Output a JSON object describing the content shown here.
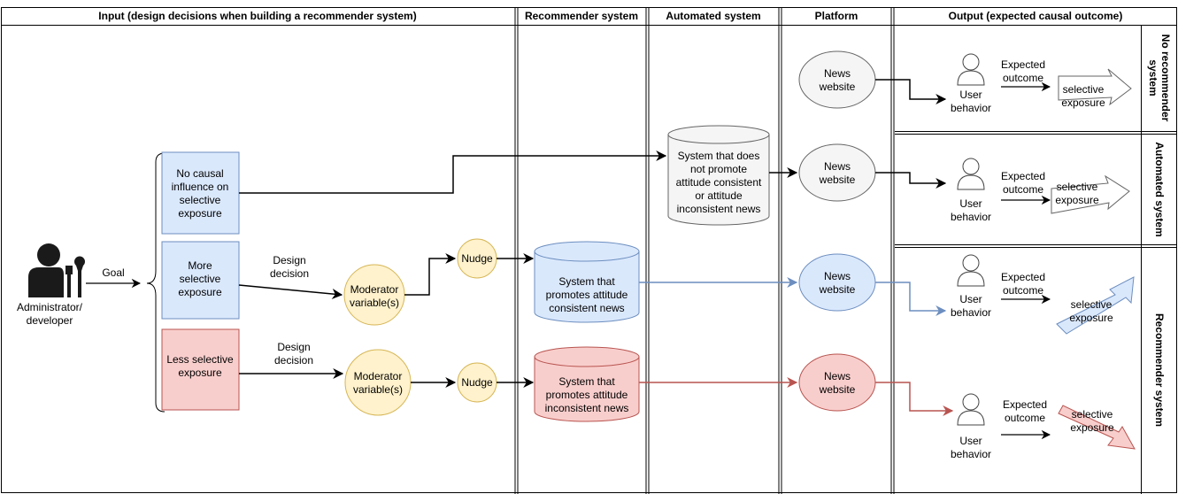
{
  "headers": {
    "input": "Input (design decisions when building a recommender system)",
    "recommender": "Recommender system",
    "automated": "Automated system",
    "platform": "Platform",
    "output": "Output (expected causal outcome)"
  },
  "side_labels": {
    "no_rec_1": "No recommender",
    "no_rec_2": "system",
    "automated": "Automated system",
    "recommender": "Recommender system"
  },
  "admin": {
    "line1": "Administrator/",
    "line2": "developer",
    "goal": "Goal"
  },
  "goals": {
    "no_causal": [
      "No causal",
      "influence on",
      "selective",
      "exposure"
    ],
    "more": [
      "More",
      "selective",
      "exposure"
    ],
    "less": [
      "Less selective",
      "exposure"
    ]
  },
  "design_decision": [
    "Design",
    "decision"
  ],
  "moderator": [
    "Moderator",
    "variable(s)"
  ],
  "nudge": "Nudge",
  "systems": {
    "automated": [
      "System that does",
      "not promote",
      "attitude consistent",
      "or attitude",
      "inconsistent news"
    ],
    "consistent": [
      "System that",
      "promotes attitude",
      "consistent news"
    ],
    "inconsistent": [
      "System that",
      "promotes attitude",
      "inconsistent news"
    ]
  },
  "news_website": [
    "News",
    "website"
  ],
  "user_behavior": [
    "User",
    "behavior"
  ],
  "expected_outcome": [
    "Expected",
    "outcome"
  ],
  "selective_exposure": [
    "selective",
    "exposure"
  ],
  "colors": {
    "blue_fill": "#dae8fc",
    "blue_stroke": "#6c8ebf",
    "red_fill": "#f8cecc",
    "red_stroke": "#b85450",
    "yellow_fill": "#fff2cc",
    "yellow_stroke": "#d6b656",
    "grey_fill": "#f5f5f5",
    "grey_stroke": "#666666",
    "black": "#000000"
  }
}
